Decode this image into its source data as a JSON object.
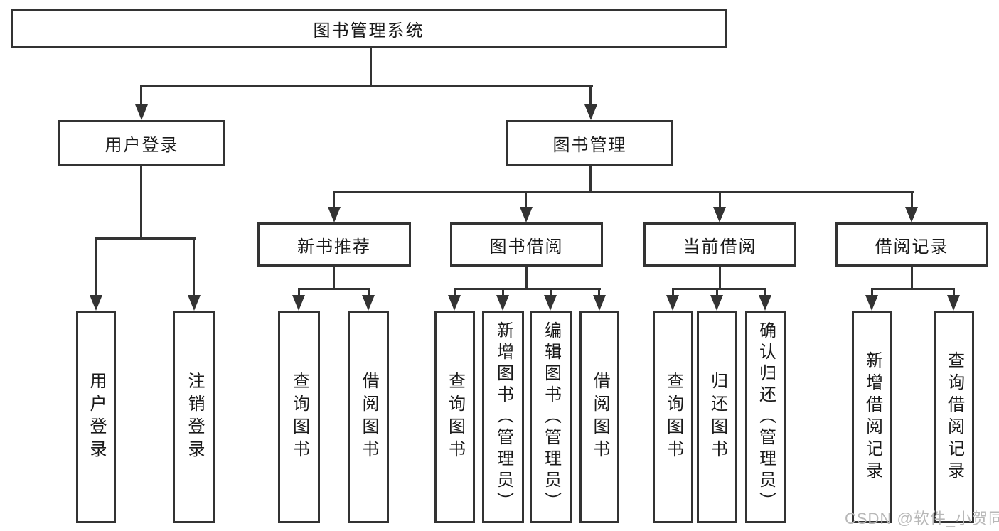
{
  "diagram": {
    "root": "图书管理系统",
    "user_login": {
      "label": "用户登录",
      "children": {
        "login": "用户登录",
        "logout": "注销登录"
      }
    },
    "book_management": {
      "label": "图书管理",
      "children": {
        "new_book_recommend": {
          "label": "新书推荐",
          "children": {
            "query_books": "查询图书",
            "borrow_books": "借阅图书"
          }
        },
        "book_borrow": {
          "label": "图书借阅",
          "children": {
            "query_books": "查询图书",
            "add_books": "新增图书（管理员）",
            "edit_books": "编辑图书（管理员）",
            "borrow_books": "借阅图书"
          }
        },
        "current_borrow": {
          "label": "当前借阅",
          "children": {
            "query_books": "查询图书",
            "return_books": "归还图书",
            "confirm_return": "确认归还（管理员）"
          }
        },
        "borrow_records": {
          "label": "借阅记录",
          "children": {
            "add_record": "新增借阅记录",
            "query_record": "查询借阅记录"
          }
        }
      }
    }
  },
  "watermark": "CSDN @软件_小贺同学",
  "colors": {
    "line": "#333333",
    "text": "#1a1a1a",
    "watermark": "#b8b8b8",
    "background": "#ffffff"
  }
}
